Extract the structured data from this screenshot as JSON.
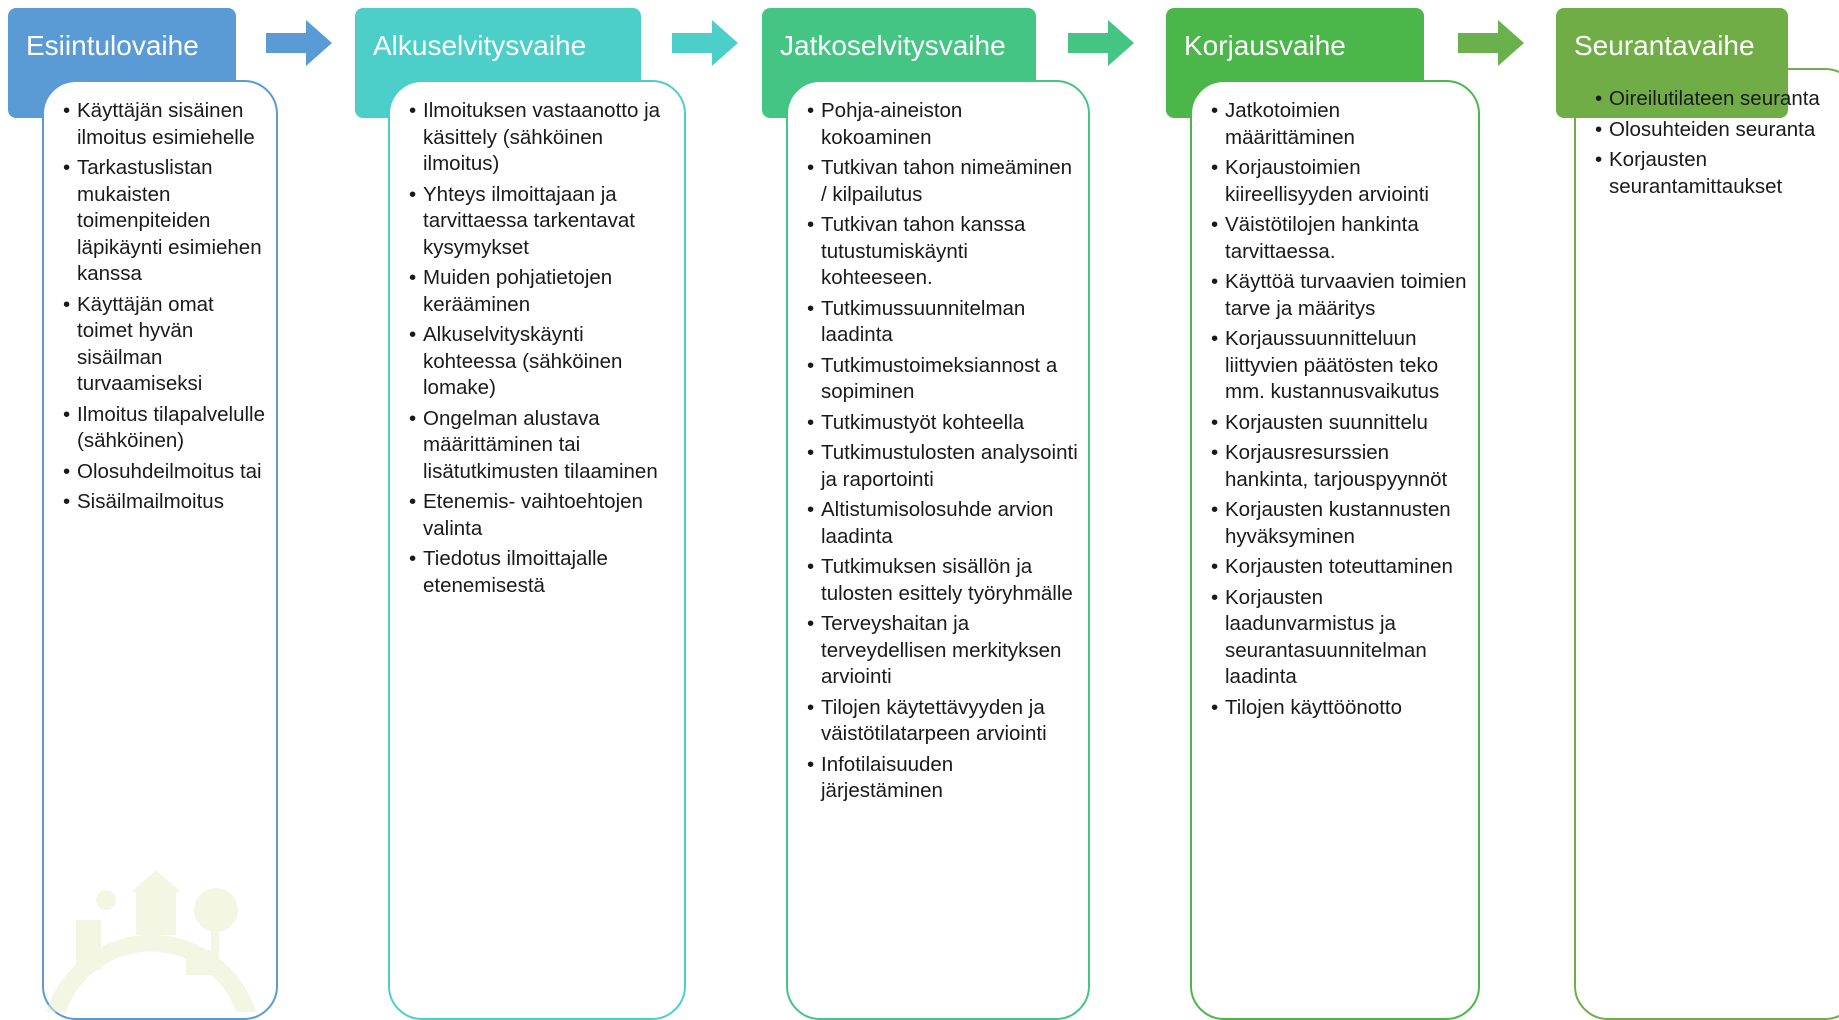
{
  "phases": [
    {
      "title": "Esiintulovaihe",
      "color": "#5b9bd5",
      "items": [
        "Käyttäjän sisäinen ilmoitus esimiehelle",
        "Tarkastuslistan mukaisten toimenpiteiden läpikäynti esimiehen kanssa",
        "Käyttäjän omat toimet hyvän sisäilman turvaamiseksi",
        "Ilmoitus tilapalvelulle (sähköinen)",
        "Olosuhdeilmoitus tai",
        "Sisäilmailmoitus"
      ]
    },
    {
      "title": "Alkuselvitysvaihe",
      "color": "#4dcfc9",
      "items": [
        "Ilmoituksen vastaanotto ja käsittely (sähköinen ilmoitus)",
        "Yhteys ilmoittajaan ja tarvittaessa tarkentavat kysymykset",
        "Muiden pohjatietojen kerääminen",
        "Alkuselvityskäynti kohteessa (sähköinen lomake)",
        "Ongelman alustava määrittäminen tai lisätutkimusten tilaaminen",
        "Etenemis- vaihtoehtojen valinta",
        "Tiedotus ilmoittajalle etenemisestä"
      ]
    },
    {
      "title": "Jatkoselvitysvaihe",
      "color": "#45c584",
      "items": [
        "Pohja-aineiston kokoaminen",
        "Tutkivan tahon nimeäminen / kilpailutus",
        "Tutkivan tahon kanssa tutustumiskäynti kohteeseen.",
        "Tutkimussuunnitelman laadinta",
        "Tutkimustoimeksiannost a sopiminen",
        "Tutkimustyöt kohteella",
        "Tutkimustulosten analysointi ja raportointi",
        "Altistumisolosuhde arvion laadinta",
        "Tutkimuksen sisällön ja tulosten esittely työryhmälle",
        "Terveyshaitan ja terveydellisen merkityksen arviointi",
        "Tilojen käytettävyyden ja väistötilatarpeen arviointi",
        "Infotilaisuuden järjestäminen"
      ]
    },
    {
      "title": "Korjausvaihe",
      "color": "#4bb74b",
      "items": [
        "Jatkotoimien määrittäminen",
        "Korjaustoimien kiireellisyyden arviointi",
        "Väistötilojen hankinta tarvittaessa.",
        "Käyttöä turvaavien toimien tarve ja määritys",
        "Korjaussuunnitteluun liittyvien päätösten teko mm. kustannusvaikutus",
        "Korjausten suunnittelu",
        "Korjausresurssien hankinta, tarjouspyynnöt",
        "Korjausten kustannusten hyväksyminen",
        "Korjausten toteuttaminen",
        "Korjausten laadunvarmistus ja seurantasuunnitelman laadinta",
        "Tilojen käyttöönotto"
      ]
    },
    {
      "title": "Seurantavaihe",
      "color": "#70ad47",
      "items": [
        "Oireilutilateen seuranta",
        "Olosuhteiden seuranta",
        "Korjausten seurantamittaukset"
      ]
    }
  ],
  "arrows": [
    {
      "icon": "right-arrow-icon",
      "color": "#5b9bd5"
    },
    {
      "icon": "right-arrow-icon",
      "color": "#4dcfc9"
    },
    {
      "icon": "right-arrow-icon",
      "color": "#45c584"
    },
    {
      "icon": "right-arrow-icon",
      "color": "#6ab04c"
    }
  ],
  "logo": {
    "icon": "town-globe-logo-icon",
    "color": "#e9efc9"
  }
}
